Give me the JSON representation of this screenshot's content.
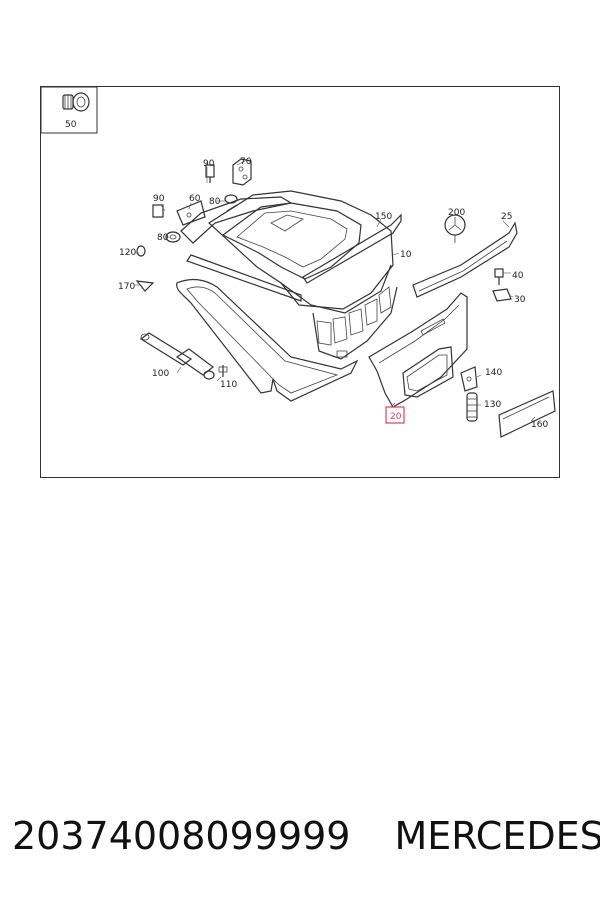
{
  "diagram": {
    "callouts": {
      "c50": "50",
      "c90a": "90",
      "c70": "70",
      "c90b": "90",
      "c60": "60",
      "c80a": "80",
      "c80b": "80",
      "c120": "120",
      "c170": "170",
      "c150": "150",
      "c10": "10",
      "c200": "200",
      "c25": "25",
      "c40": "40",
      "c30": "30",
      "c100": "100",
      "c110": "110",
      "c140": "140",
      "c130": "130",
      "c160": "160",
      "c20": "20"
    },
    "highlight_color": "#e0405a"
  },
  "footer": {
    "part_number": "20374008099999",
    "brand": "MERCEDES"
  }
}
